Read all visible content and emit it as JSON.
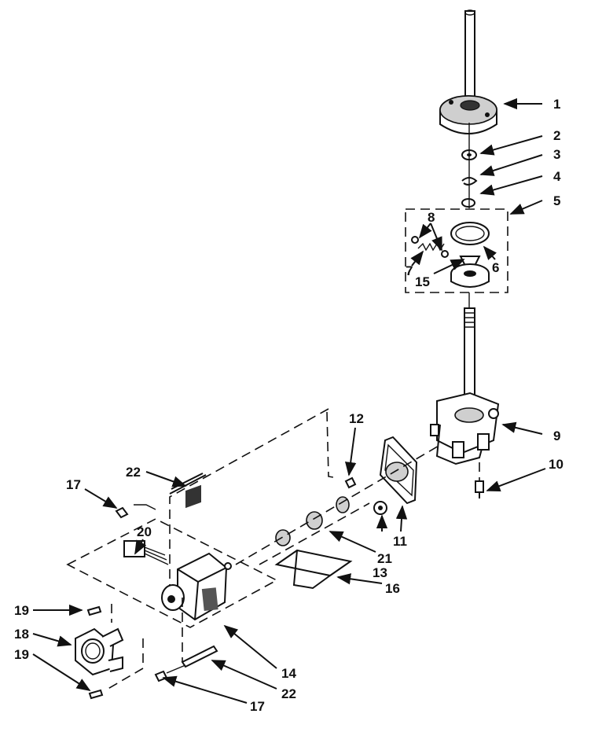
{
  "labels": [
    {
      "id": "1",
      "text": "1"
    },
    {
      "id": "2",
      "text": "2"
    },
    {
      "id": "3",
      "text": "3"
    },
    {
      "id": "4",
      "text": "4"
    },
    {
      "id": "5",
      "text": "5"
    },
    {
      "id": "8",
      "text": "8"
    },
    {
      "id": "7",
      "text": "7"
    },
    {
      "id": "6",
      "text": "6"
    },
    {
      "id": "15",
      "text": "15"
    },
    {
      "id": "9",
      "text": "9"
    },
    {
      "id": "12",
      "text": "12"
    },
    {
      "id": "10",
      "text": "10"
    },
    {
      "id": "22a",
      "text": "22"
    },
    {
      "id": "17a",
      "text": "17"
    },
    {
      "id": "20",
      "text": "20"
    },
    {
      "id": "11",
      "text": "11"
    },
    {
      "id": "21",
      "text": "21"
    },
    {
      "id": "13",
      "text": "13"
    },
    {
      "id": "16",
      "text": "16"
    },
    {
      "id": "19a",
      "text": "19"
    },
    {
      "id": "18",
      "text": "18"
    },
    {
      "id": "19b",
      "text": "19"
    },
    {
      "id": "14",
      "text": "14"
    },
    {
      "id": "22b",
      "text": "22"
    },
    {
      "id": "17b",
      "text": "17"
    }
  ]
}
